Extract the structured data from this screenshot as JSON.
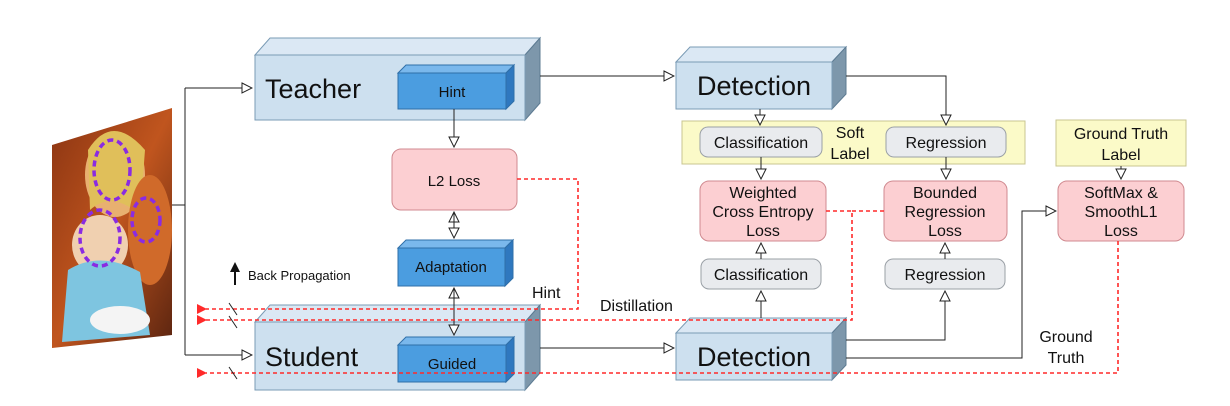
{
  "blocks": {
    "teacher": "Teacher",
    "student": "Student",
    "hint_inner": "Hint",
    "guided_inner": "Guided",
    "detection_top": "Detection",
    "detection_bottom": "Detection",
    "adaptation": "Adaptation"
  },
  "losses": {
    "l2": "L2 Loss",
    "weighted_ce": [
      "Weighted",
      "Cross Entropy",
      "Loss"
    ],
    "bounded_reg": [
      "Bounded",
      "Regression",
      "Loss"
    ],
    "softmax": [
      "SoftMax &",
      "SmoothL1",
      "Loss"
    ]
  },
  "labels": {
    "soft_label": [
      "Soft",
      "Label"
    ],
    "ground_truth_label": [
      "Ground Truth",
      "Label"
    ],
    "classification_top": "Classification",
    "regression_top": "Regression",
    "classification_bottom": "Classification",
    "regression_bottom": "Regression",
    "back_propagation": "Back Propagation",
    "hint_edge": "Hint",
    "distillation_edge": "Distillation",
    "ground_truth_edge": [
      "Ground",
      "Truth"
    ]
  },
  "colors": {
    "box_blue": "#cde0ef",
    "inner_blue": "#4b9de0",
    "loss_pink": "#fccfd2",
    "label_yellow": "#fbfac8",
    "pill_gray": "#e9ebee",
    "dashed_red": "#ff2a2a"
  }
}
